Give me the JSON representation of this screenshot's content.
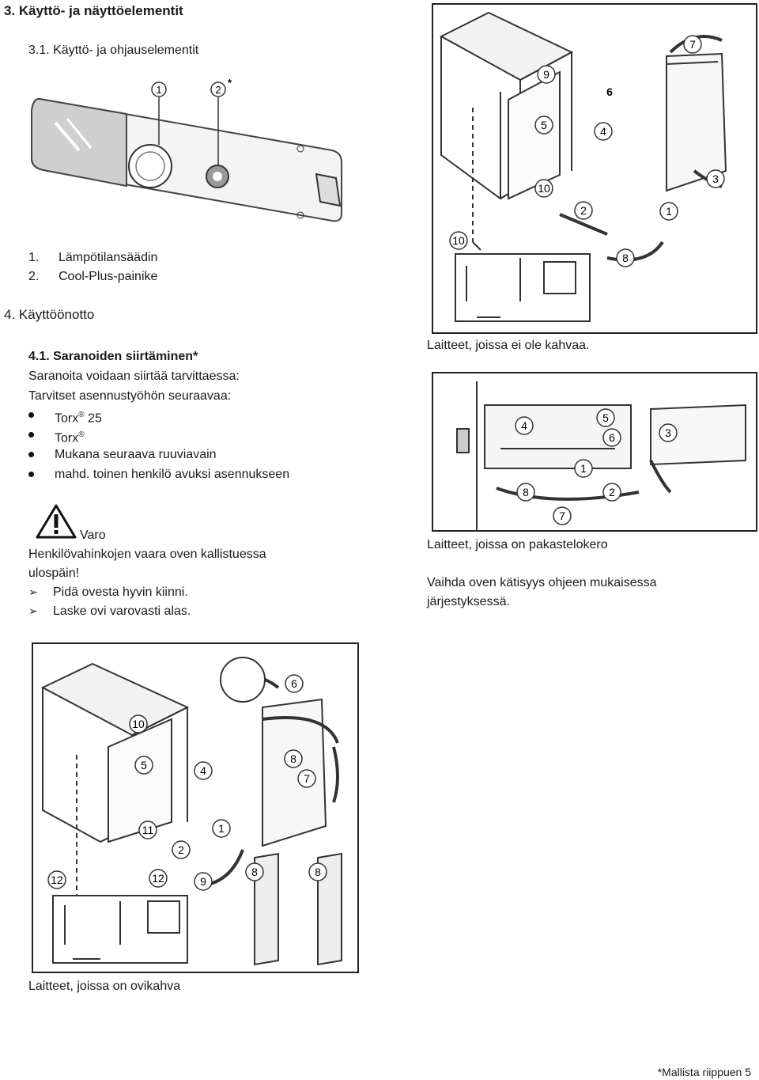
{
  "section3": {
    "title": "3.  Käyttö- ja näyttöelementit",
    "sub": "3.1.  Käyttö- ja ohjauselementit"
  },
  "control_callouts": {
    "one": "1",
    "two": "2",
    "two_star": "*"
  },
  "control_legend": [
    {
      "num": "1.",
      "label": "Lämpötilansäädin"
    },
    {
      "num": "2.",
      "label": "Cool-Plus-painike"
    }
  ],
  "section4": {
    "title": "4.  Käyttöönotto"
  },
  "section41": {
    "title": "4.1.  Saranoiden siirtäminen*",
    "line1": "Saranoita voidaan siirtää tarvittaessa:",
    "line2": "Tarvitset asennustyöhön seuraavaa:"
  },
  "tools": [
    {
      "text": "Torx",
      "sup": "®",
      "suffix": " 25"
    },
    {
      "text": "Torx",
      "sup": "®",
      "suffix": ""
    },
    {
      "text": "Mukana seuraava ruuviavain",
      "sup": "",
      "suffix": ""
    },
    {
      "text": "mahd. toinen henkilö avuksi asennukseen",
      "sup": "",
      "suffix": ""
    }
  ],
  "warning": {
    "title": "Varo",
    "text1": "Henkilövahinkojen vaara oven kallistuessa",
    "text2": "ulospäin!",
    "steps": [
      "Pidä ovesta hyvin kiinni.",
      "Laske ovi varovasti alas."
    ]
  },
  "figure_top_right": {
    "caption": "Laitteet, joissa ei ole kahvaa.",
    "callouts": [
      "1",
      "2",
      "3",
      "4",
      "5",
      "6",
      "7",
      "8",
      "9",
      "10",
      "10"
    ]
  },
  "figure_mid_right": {
    "callouts": [
      "1",
      "2",
      "3",
      "4",
      "5",
      "6",
      "7",
      "8"
    ],
    "caption": "Laitteet, joissa on pakastelokero",
    "text1": "Vaihda oven kätisyys ohjeen mukaisessa",
    "text2": "järjestyksessä."
  },
  "figure_bottom": {
    "caption": "Laitteet, joissa on ovikahva",
    "callouts": [
      "1",
      "2",
      "4",
      "5",
      "6",
      "7",
      "8",
      "8",
      "8",
      "9",
      "10",
      "11",
      "12",
      "12"
    ]
  },
  "footer": "*Mallista riippuen 5",
  "colors": {
    "ink": "#1a1a1a",
    "line": "#222222",
    "light": "#e6e6e6"
  }
}
